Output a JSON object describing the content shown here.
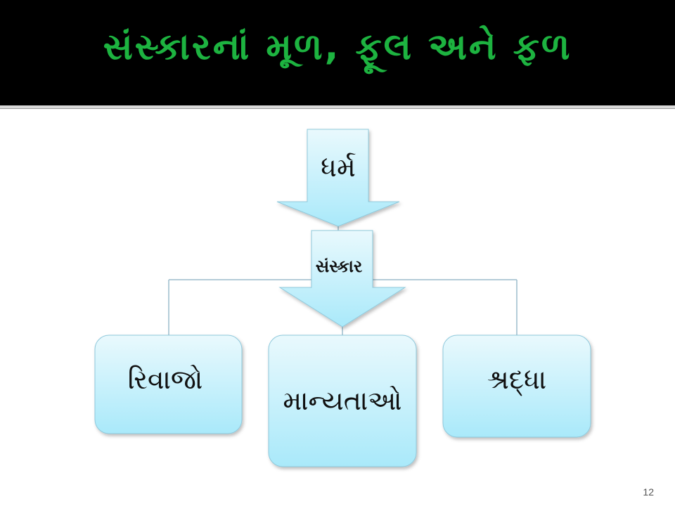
{
  "slide": {
    "title": "સંસ્કારનાં મૂળ, ફૂલ અને ફળ",
    "page_number": "12"
  },
  "diagram": {
    "top_arrow_label": "ધર્મ",
    "center_arrow_label": "સંસ્કાર",
    "boxes": {
      "left": "રિવાજો",
      "center": "માન્યતાઓ",
      "right": "શ્રદ્ધા"
    }
  },
  "colors": {
    "header_background": "#000000",
    "title_text": "#1db340",
    "shape_fill_top": "#e9f9fd",
    "shape_fill_bottom": "#a9e9fa",
    "shape_stroke": "#8fc9dc",
    "connector": "#9bbccc"
  }
}
